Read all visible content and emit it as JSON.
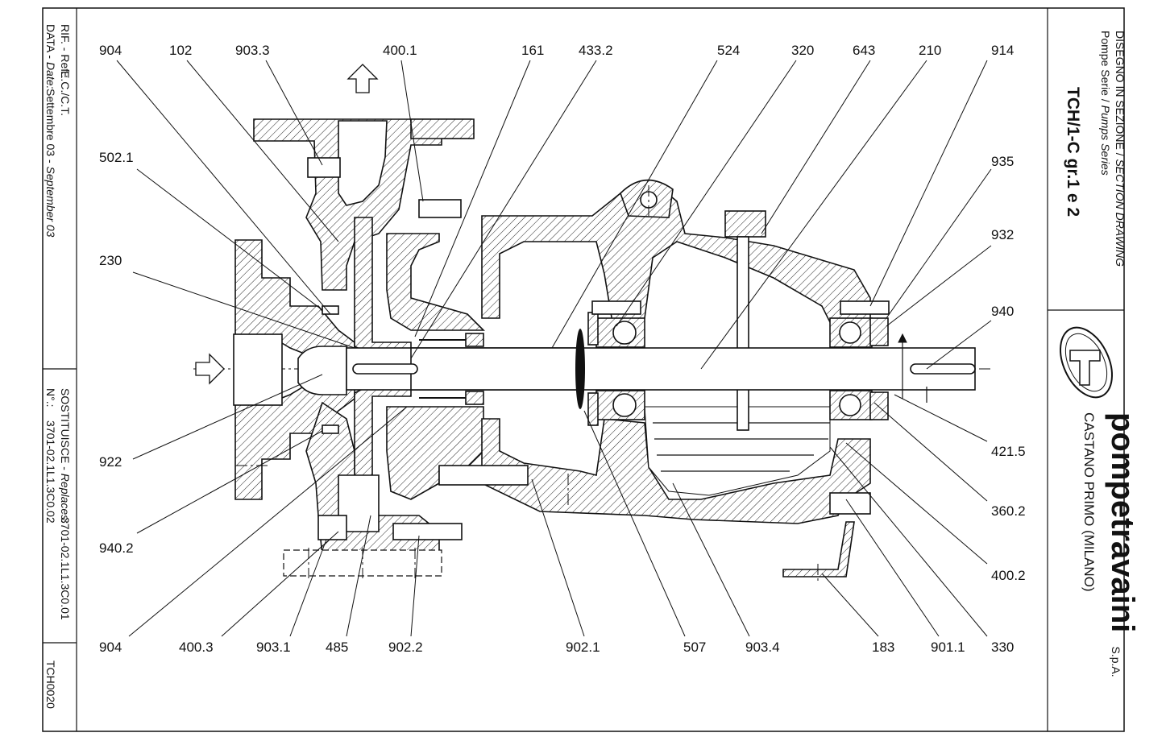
{
  "drawing": {
    "part_labels_top": [
      "904",
      "102",
      "903.3",
      "400.1",
      "161",
      "433.2",
      "524",
      "320",
      "643",
      "210",
      "914"
    ],
    "part_labels_left": [
      "502.1",
      "230",
      "922",
      "940.2"
    ],
    "part_labels_right": [
      "935",
      "932",
      "940",
      "421.5",
      "360.2",
      "400.2"
    ],
    "part_labels_bottom": [
      "904",
      "400.3",
      "903.1",
      "485",
      "902.2",
      "902.1",
      "507",
      "903.4",
      "183",
      "901.1",
      "330"
    ]
  },
  "title_block_left": {
    "ref_label": "RIF. - Ref.:",
    "ref_value": "E.C./C.T.",
    "date_label_it": "DATA - ",
    "date_label_en": "Date:",
    "date_value_it": "Settembre 03 - ",
    "date_value_en": "September 03",
    "replaces_label_it": "SOSTITUISCE - ",
    "replaces_label_en": "Replaces:",
    "replaces_value_1": "3701-02.1L1.3C0.01",
    "no_label": "N°.:",
    "replaces_value_2": "3701-02.1L1.3C0.02",
    "code": "TCH0020"
  },
  "title_block_right": {
    "drawing_type_it": "DISEGNO IN SEZIONE / ",
    "drawing_type_en": "SECTION DRAWING",
    "series_it": "Pompe Serie / ",
    "series_en": "Pumps Series",
    "model": "TCH/1-C gr.1 e 2",
    "company": "pompetravaini",
    "company_suffix": "S.p.A.",
    "location": "CASTANO PRIMO   (MILANO)"
  }
}
